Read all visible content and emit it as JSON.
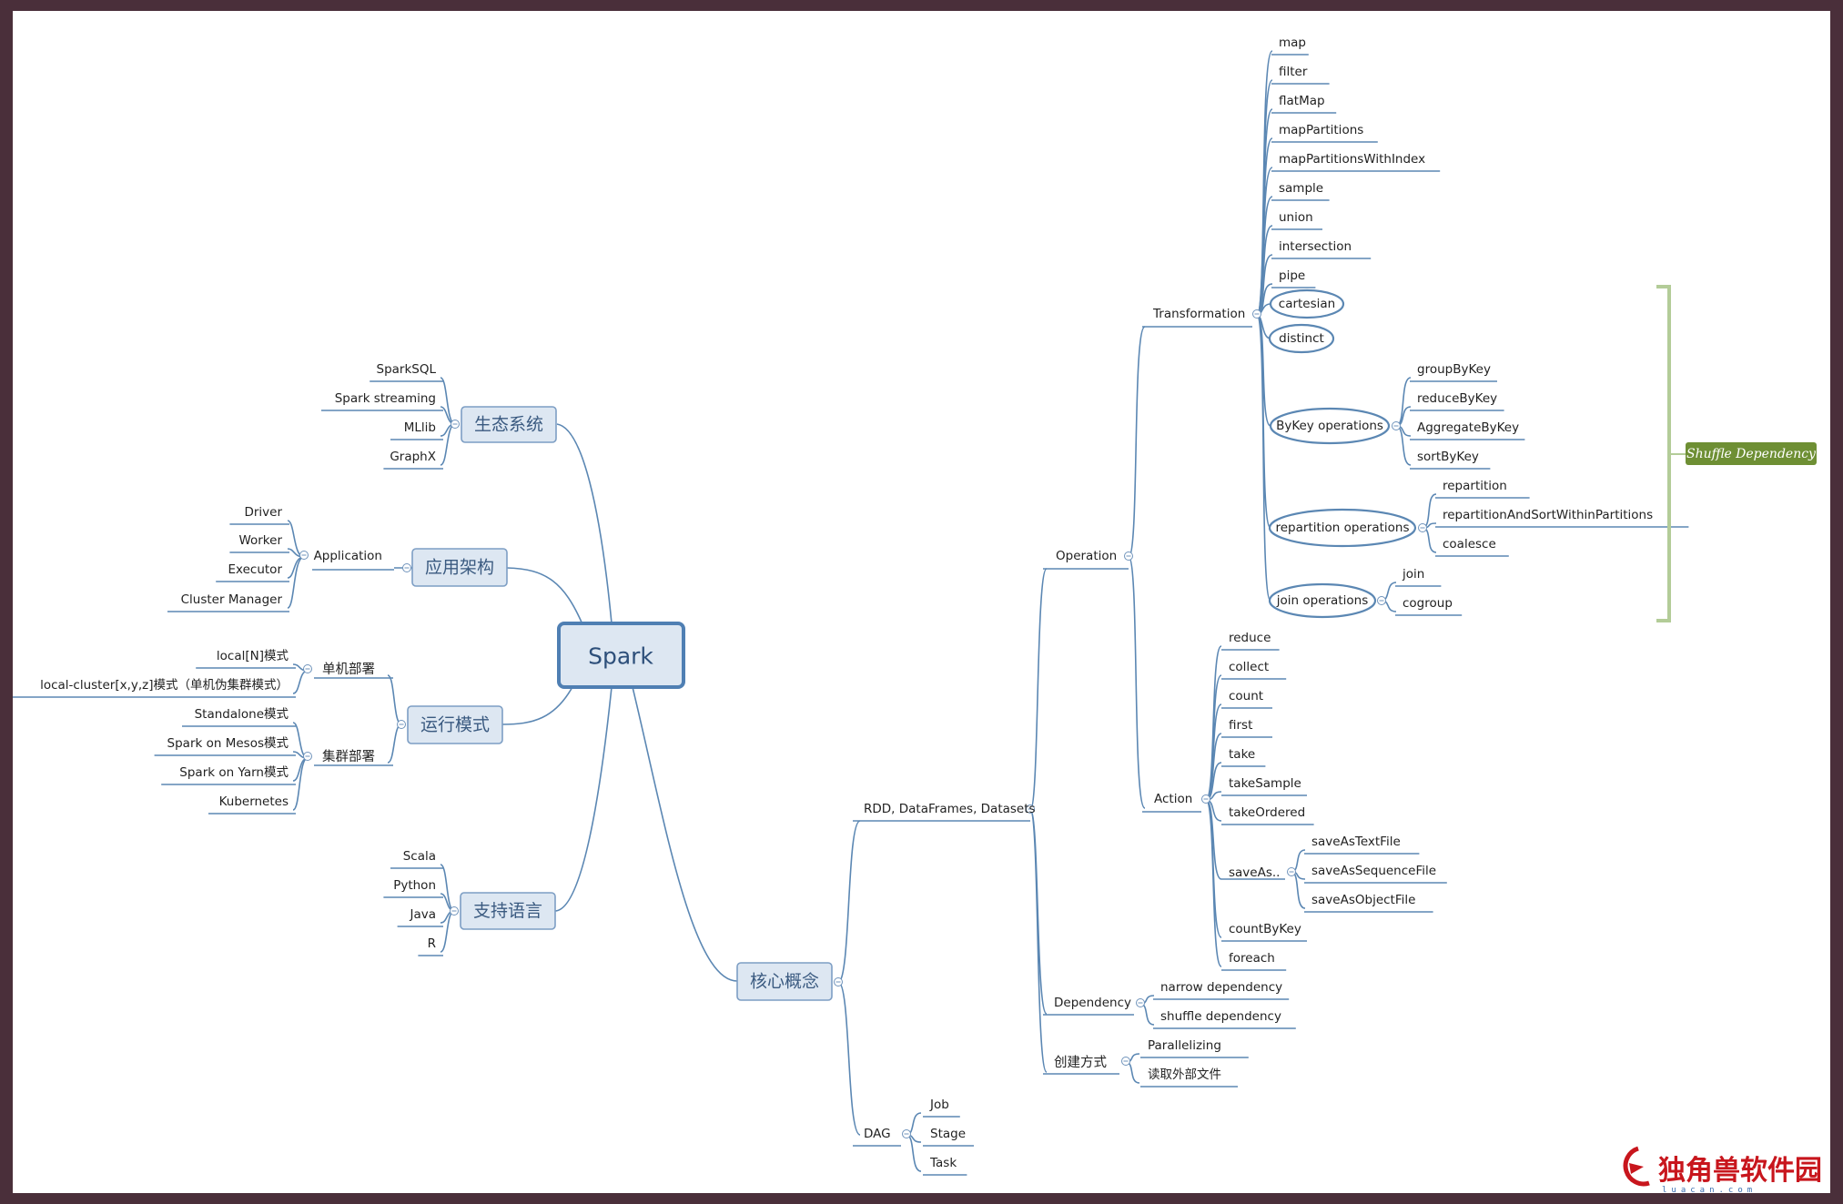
{
  "root": "Spark",
  "branches": {
    "ecosystem": {
      "label": "生态系统",
      "children": [
        "SparkSQL",
        "Spark streaming",
        "MLlib",
        "GraphX"
      ]
    },
    "architecture": {
      "label": "应用架构",
      "child": "Application",
      "grandchildren": [
        "Driver",
        "Worker",
        "Executor",
        "Cluster Manager"
      ]
    },
    "run_modes": {
      "label": "运行模式",
      "single": {
        "label": "单机部署",
        "children": [
          "local[N]模式",
          "local-cluster[x,y,z]模式（单机伪集群模式）"
        ]
      },
      "cluster": {
        "label": "集群部署",
        "children": [
          "Standalone模式",
          "Spark on Mesos模式",
          "Spark on Yarn模式",
          "Kubernetes"
        ]
      }
    },
    "languages": {
      "label": "支持语言",
      "children": [
        "Scala",
        "Python",
        "Java",
        "R"
      ]
    },
    "core": {
      "label": "核心概念",
      "rdd": {
        "label": "RDD, DataFrames, Datasets",
        "operation": {
          "label": "Operation",
          "transformation": {
            "label": "Transformation",
            "items": [
              "map",
              "filter",
              "flatMap",
              "mapPartitions",
              "mapPartitionsWithIndex",
              "sample",
              "union",
              "intersection",
              "pipe"
            ],
            "ovals": [
              "cartesian",
              "distinct"
            ],
            "bykey": {
              "label": "ByKey operations",
              "children": [
                "groupByKey",
                "reduceByKey",
                "AggregateByKey",
                "sortByKey"
              ]
            },
            "repartition": {
              "label": "repartition operations",
              "children": [
                "repartition",
                "repartitionAndSortWithinPartitions",
                "coalesce"
              ]
            },
            "join": {
              "label": "join operations",
              "children": [
                "join",
                "cogroup"
              ]
            }
          },
          "action": {
            "label": "Action",
            "items": [
              "reduce",
              "collect",
              "count",
              "first",
              "take",
              "takeSample",
              "takeOrdered"
            ],
            "saveas": {
              "label": "saveAs..",
              "children": [
                "saveAsTextFile",
                "saveAsSequenceFile",
                "saveAsObjectFile"
              ]
            },
            "items2": [
              "countByKey",
              "foreach"
            ]
          }
        },
        "dependency": {
          "label": "Dependency",
          "children": [
            "narrow dependency",
            "shuffle dependency"
          ]
        },
        "creation": {
          "label": "创建方式",
          "children": [
            "Parallelizing",
            "读取外部文件"
          ]
        }
      },
      "dag": {
        "label": "DAG",
        "children": [
          "Job",
          "Stage",
          "Task"
        ]
      }
    }
  },
  "callout": {
    "label": "Shuffle Dependency"
  },
  "watermark": {
    "text": "独角兽软件园",
    "sub": "luacan.com"
  },
  "colors": {
    "line": "#5b87b3",
    "node_fill": "#dde7f2",
    "node_border": "#7d9ec4",
    "callout_fill": "#6e8f34",
    "bracket": "#b3cc98",
    "frame": "#4a2f3a"
  }
}
